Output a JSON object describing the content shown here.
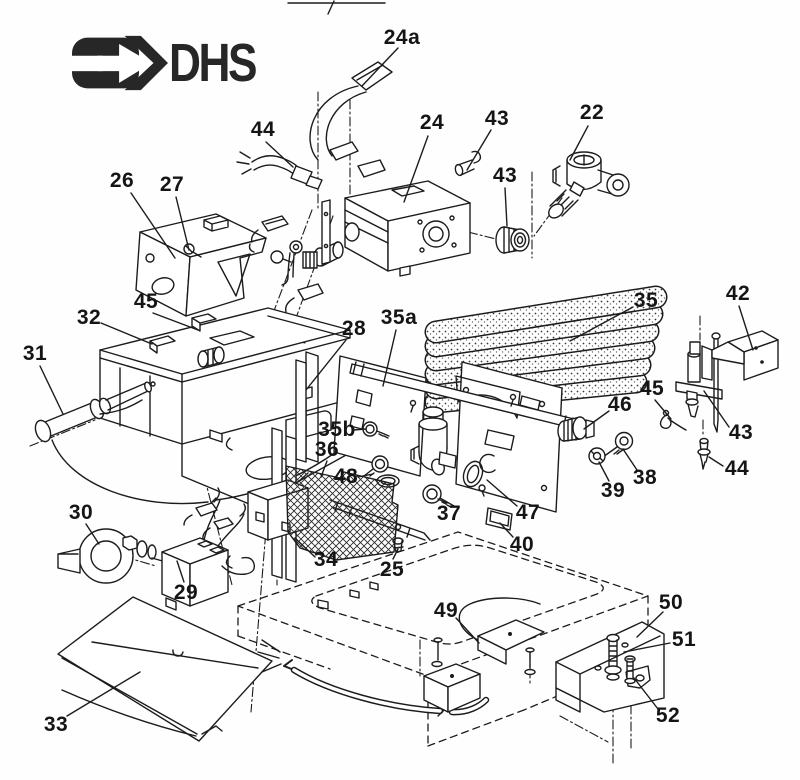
{
  "logo": {
    "text": "DHS",
    "icon": "arrow-right-icon",
    "color": "#272727"
  },
  "diagram": {
    "background": "#ffffff",
    "line_color": "#1c1c1c",
    "callouts": [
      {
        "id": "24a",
        "label": "24a"
      },
      {
        "id": "44-top",
        "label": "44"
      },
      {
        "id": "24",
        "label": "24"
      },
      {
        "id": "43-sensor",
        "label": "43"
      },
      {
        "id": "22",
        "label": "22"
      },
      {
        "id": "43-nut",
        "label": "43"
      },
      {
        "id": "26",
        "label": "26"
      },
      {
        "id": "27",
        "label": "27"
      },
      {
        "id": "45-left",
        "label": "45"
      },
      {
        "id": "32",
        "label": "32"
      },
      {
        "id": "28",
        "label": "28"
      },
      {
        "id": "35a",
        "label": "35a"
      },
      {
        "id": "35",
        "label": "35"
      },
      {
        "id": "42",
        "label": "42"
      },
      {
        "id": "31",
        "label": "31"
      },
      {
        "id": "35b",
        "label": "35b"
      },
      {
        "id": "36",
        "label": "36"
      },
      {
        "id": "46",
        "label": "46"
      },
      {
        "id": "45-right",
        "label": "45"
      },
      {
        "id": "43-pilot",
        "label": "43"
      },
      {
        "id": "44-igniter",
        "label": "44"
      },
      {
        "id": "38",
        "label": "38"
      },
      {
        "id": "39",
        "label": "39"
      },
      {
        "id": "48",
        "label": "48"
      },
      {
        "id": "37",
        "label": "37"
      },
      {
        "id": "47",
        "label": "47"
      },
      {
        "id": "40",
        "label": "40"
      },
      {
        "id": "30",
        "label": "30"
      },
      {
        "id": "34",
        "label": "34"
      },
      {
        "id": "25",
        "label": "25"
      },
      {
        "id": "29",
        "label": "29"
      },
      {
        "id": "49",
        "label": "49"
      },
      {
        "id": "50",
        "label": "50"
      },
      {
        "id": "51",
        "label": "51"
      },
      {
        "id": "52",
        "label": "52"
      },
      {
        "id": "33",
        "label": "33"
      }
    ]
  }
}
